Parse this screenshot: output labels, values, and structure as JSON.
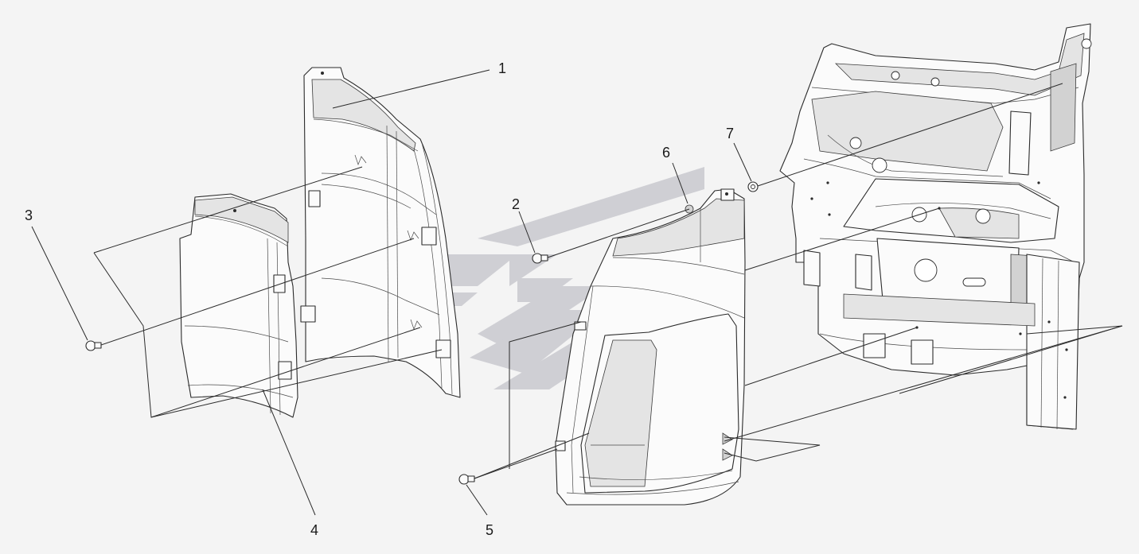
{
  "callouts": [
    {
      "id": "1",
      "label": "1"
    },
    {
      "id": "2",
      "label": "2"
    },
    {
      "id": "3",
      "label": "3"
    },
    {
      "id": "4",
      "label": "4"
    },
    {
      "id": "5",
      "label": "5"
    },
    {
      "id": "6",
      "label": "6"
    },
    {
      "id": "7",
      "label": "7"
    }
  ],
  "colors": {
    "background": "#f4f4f4",
    "line": "#2b2b2b",
    "watermark": "#cfcfd4"
  }
}
